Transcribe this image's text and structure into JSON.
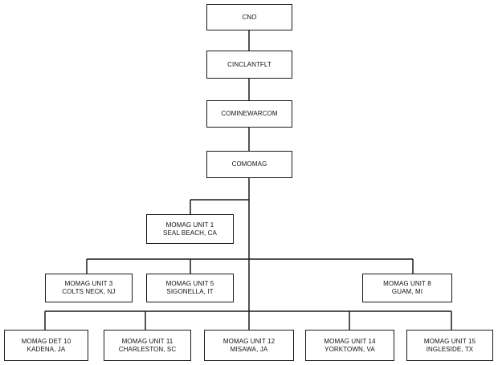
{
  "org_chart": {
    "nodes": {
      "cno": {
        "line1": "CNO"
      },
      "cinclantflt": {
        "line1": "CINCLANTFLT"
      },
      "cominewarcom": {
        "line1": "COMINEWARCOM"
      },
      "comomag": {
        "line1": "COMOMAG"
      },
      "unit1": {
        "line1": "MOMAG UNIT 1",
        "line2": "SEAL BEACH, CA"
      },
      "unit3": {
        "line1": "MOMAG UNIT 3",
        "line2": "COLTS NECK, NJ"
      },
      "unit5": {
        "line1": "MOMAG UNIT 5",
        "line2": "SIGONELLA, IT"
      },
      "unit8": {
        "line1": "MOMAG UNIT 8",
        "line2": "GUAM, MI"
      },
      "det10": {
        "line1": "MOMAG DET 10",
        "line2": "KADENA, JA"
      },
      "unit11": {
        "line1": "MOMAG UNIT 11",
        "line2": "CHARLESTON, SC"
      },
      "unit12": {
        "line1": "MOMAG UNIT 12",
        "line2": "MISAWA, JA"
      },
      "unit14": {
        "line1": "MOMAG UNIT 14",
        "line2": "YORKTOWN, VA"
      },
      "unit15": {
        "line1": "MOMAG UNIT 15",
        "line2": "INGLESIDE, TX"
      }
    },
    "colors": {
      "line": "#1a1a1a",
      "box_border": "#1a1a1a",
      "background": "#ffffff"
    }
  }
}
